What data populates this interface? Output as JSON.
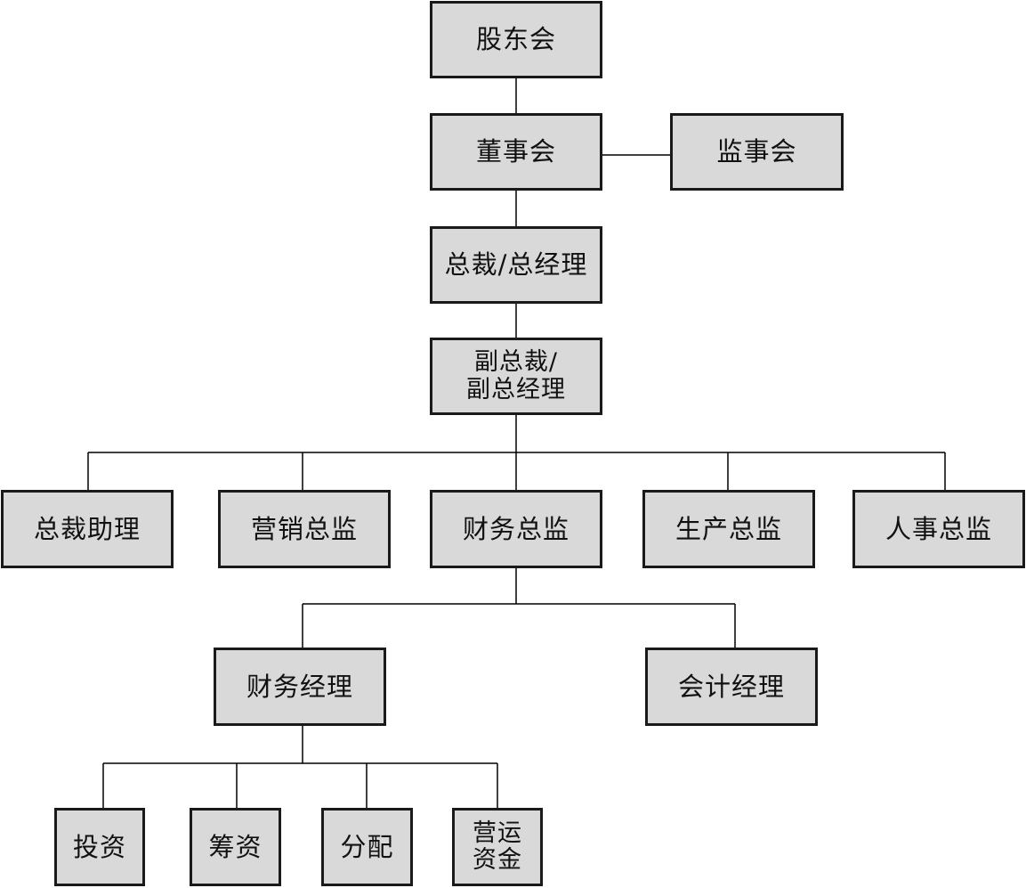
{
  "colors": {
    "box_fill": "#d9d9d9",
    "box_border": "#1a1a1a",
    "line": "#000000",
    "background": "#ffffff"
  },
  "nodes": {
    "shareholders": "股东会",
    "board": "董事会",
    "supervisors": "监事会",
    "ceo": "总裁/总经理",
    "vp": "副总裁/\n副总经理",
    "ceo_assistant": "总裁助理",
    "marketing_director": "营销总监",
    "finance_director": "财务总监",
    "production_director": "生产总监",
    "hr_director": "人事总监",
    "finance_manager": "财务经理",
    "accounting_manager": "会计经理",
    "investment": "投资",
    "financing": "筹资",
    "distribution": "分配",
    "operating_funds": "营运\n资金"
  }
}
